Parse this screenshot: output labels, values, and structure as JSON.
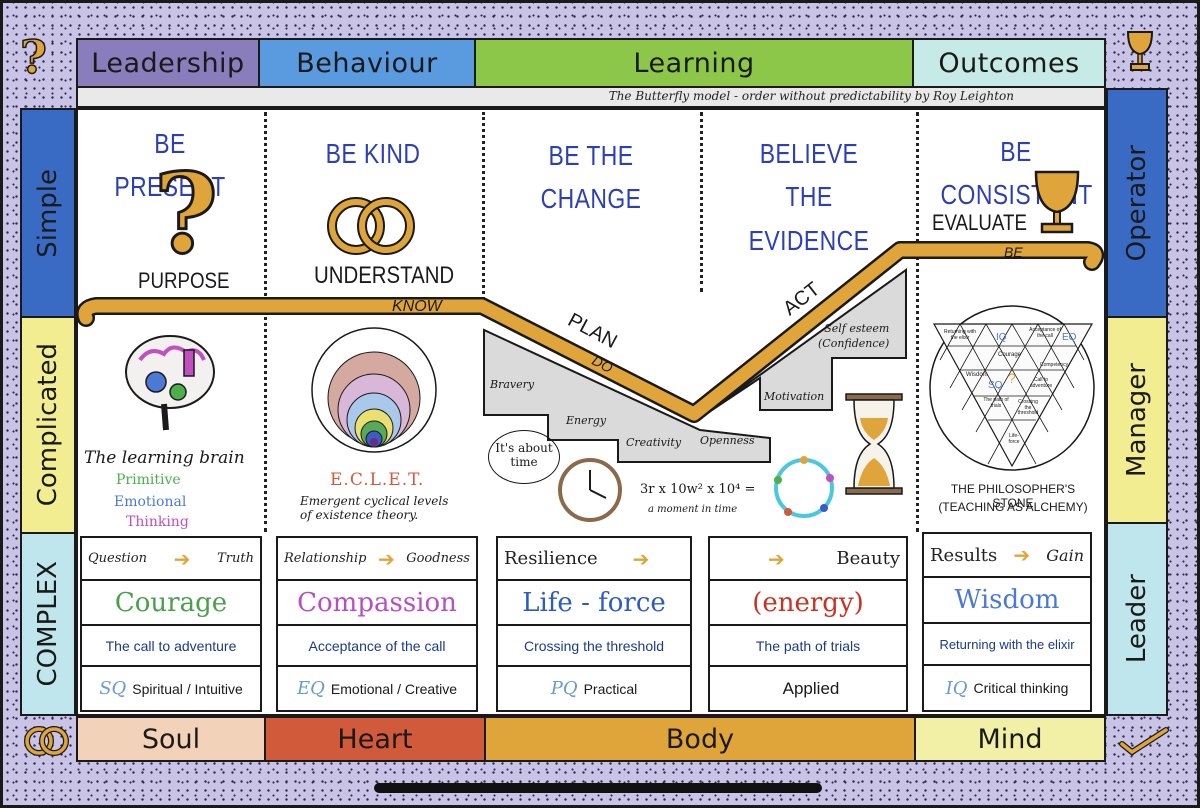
{
  "header": {
    "columns": [
      "Leadership",
      "Behaviour",
      "Learning",
      "Outcomes"
    ],
    "colors": [
      "#8a7dbb",
      "#5a9be0",
      "#8dc74a",
      "#c6eae6"
    ],
    "subtitle": "The Butterfly model - order without predictability by Roy Leighton"
  },
  "footer": {
    "columns": [
      "Soul",
      "Heart",
      "Body",
      "Mind"
    ],
    "colors": [
      "#f2d2b8",
      "#d15a3a",
      "#e0a53a",
      "#f2f0a6"
    ]
  },
  "left_side": {
    "rows": [
      "Simple",
      "Complicated",
      "COMPLEX"
    ],
    "colors": [
      "#3a6bc4",
      "#f3ed92",
      "#bfe6ec"
    ]
  },
  "right_side": {
    "rows": [
      "Operator",
      "Manager",
      "Leader"
    ],
    "colors": [
      "#3a6bc4",
      "#f3ed92",
      "#bfe6ec"
    ]
  },
  "headings": [
    "BE PRESENT",
    "BE KIND",
    "BE THE CHANGE",
    "BELIEVE\nTHE EVIDENCE",
    "BE CONSISTENT"
  ],
  "path": {
    "labels": [
      "PURPOSE",
      "UNDERSTAND",
      "KNOW",
      "PLAN",
      "DO",
      "ACT",
      "EVALUATE",
      "BE"
    ],
    "color": "#e0a53a"
  },
  "stairs": [
    "Bravery",
    "Energy",
    "Creativity",
    "Openness",
    "Motivation",
    "Self esteem\n(Confidence)"
  ],
  "illustrations": {
    "brain_title": "The learning brain",
    "brain_lines": [
      "Primitive",
      "Emotional",
      "Thinking"
    ],
    "brain_colors": [
      "#4bb04b",
      "#4a7ad6",
      "#c24fc2"
    ],
    "eclet_title": "E.C.L.E.T.",
    "eclet_desc": "Emergent cyclical levels\nof existence theory.",
    "time_note": "It's about\ntime",
    "formula": "3r x 10w² x 10⁴ =",
    "formula_note": "a moment in time",
    "stone_title": "THE PHILOSOPHER'S STONE",
    "stone_sub": "(TEACHING AS ALCHEMY)",
    "stone_cells": [
      "Returning with the elixir",
      "IQ",
      "Acceptance of the call",
      "EQ",
      "Courage",
      "Wisdom",
      "?",
      "Competency",
      "SQ",
      "Call to adventure",
      "The path of trials",
      "Crossing the threshold",
      "Life-force"
    ]
  },
  "cells": [
    {
      "top_left": "Question",
      "top_right": "Truth",
      "big": "Courage",
      "big_color": "#4aa04a",
      "line": "The call to adventure",
      "iq": "SQ",
      "iq_text": "Spiritual / Intuitive"
    },
    {
      "top_left": "Relationship",
      "top_right": "Goodness",
      "big": "Compassion",
      "big_color": "#b64ec6",
      "line": "Acceptance of the call",
      "iq": "EQ",
      "iq_text": "Emotional / Creative"
    },
    {
      "top_left": "Resilience",
      "top_right": "",
      "big": "Life - force",
      "big_color": "#2b5cc4",
      "line": "Crossing the threshold",
      "iq": "PQ",
      "iq_text": "Practical"
    },
    {
      "top_left": "",
      "top_right": "Beauty",
      "big": "(energy)",
      "big_color": "#c8331f",
      "line": "The path of trials",
      "iq": "",
      "iq_text": "Applied"
    },
    {
      "top_left": "Results",
      "top_right": "Gain",
      "big": "Wisdom",
      "big_color": "#4a7ad6",
      "line": "Returning with the elixir",
      "iq": "IQ",
      "iq_text": "Critical thinking"
    }
  ]
}
